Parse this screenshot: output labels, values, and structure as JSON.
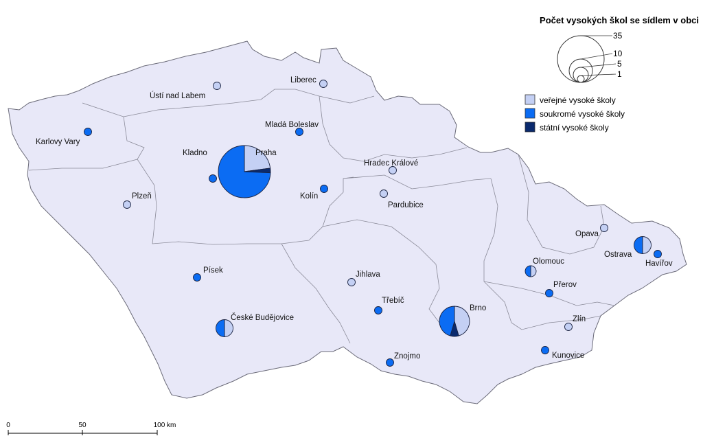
{
  "legend": {
    "title": "Počet vysokých škol se sídlem v obci",
    "sizes": [
      "35",
      "10",
      "5",
      "1"
    ],
    "categories": [
      {
        "label": "veřejné vysoké školy",
        "color": "#c4d0f4"
      },
      {
        "label": "soukromé vysoké školy",
        "color": "#0b6cf3"
      },
      {
        "label": "státní vysoké školy",
        "color": "#0a2a6e"
      }
    ]
  },
  "scale": {
    "labels": [
      "0",
      "50",
      "100 km"
    ]
  },
  "colors": {
    "public": "#c4d0f4",
    "private": "#0b6cf3",
    "state": "#0a2a6e",
    "land": "#e8e8f8"
  },
  "cities": [
    {
      "name": "Praha",
      "public": 8,
      "private": 26,
      "state": 1
    },
    {
      "name": "Brno",
      "public": 5,
      "private": 5,
      "state": 1
    },
    {
      "name": "Ostrava",
      "public": 2,
      "private": 2,
      "state": 0
    },
    {
      "name": "České Budějovice",
      "public": 2,
      "private": 2,
      "state": 0
    },
    {
      "name": "Olomouc",
      "public": 1,
      "private": 1,
      "state": 0
    },
    {
      "name": "Ústí nad Labem",
      "public": 1,
      "private": 0,
      "state": 0
    },
    {
      "name": "Liberec",
      "public": 1,
      "private": 0,
      "state": 0
    },
    {
      "name": "Mladá Boleslav",
      "public": 0,
      "private": 1,
      "state": 0
    },
    {
      "name": "Karlovy Vary",
      "public": 0,
      "private": 1,
      "state": 0
    },
    {
      "name": "Kladno",
      "public": 0,
      "private": 1,
      "state": 0
    },
    {
      "name": "Hradec Králové",
      "public": 1,
      "private": 0,
      "state": 0
    },
    {
      "name": "Plzeň",
      "public": 1,
      "private": 0,
      "state": 0
    },
    {
      "name": "Kolín",
      "public": 0,
      "private": 1,
      "state": 0
    },
    {
      "name": "Pardubice",
      "public": 1,
      "private": 0,
      "state": 0
    },
    {
      "name": "Opava",
      "public": 1,
      "private": 0,
      "state": 0
    },
    {
      "name": "Havířov",
      "public": 0,
      "private": 1,
      "state": 0
    },
    {
      "name": "Písek",
      "public": 0,
      "private": 1,
      "state": 0
    },
    {
      "name": "Jihlava",
      "public": 1,
      "private": 0,
      "state": 0
    },
    {
      "name": "Přerov",
      "public": 0,
      "private": 1,
      "state": 0
    },
    {
      "name": "Třebíč",
      "public": 0,
      "private": 1,
      "state": 0
    },
    {
      "name": "Zlín",
      "public": 1,
      "private": 0,
      "state": 0
    },
    {
      "name": "Kunovice",
      "public": 0,
      "private": 1,
      "state": 0
    },
    {
      "name": "Znojmo",
      "public": 0,
      "private": 1,
      "state": 0
    }
  ]
}
